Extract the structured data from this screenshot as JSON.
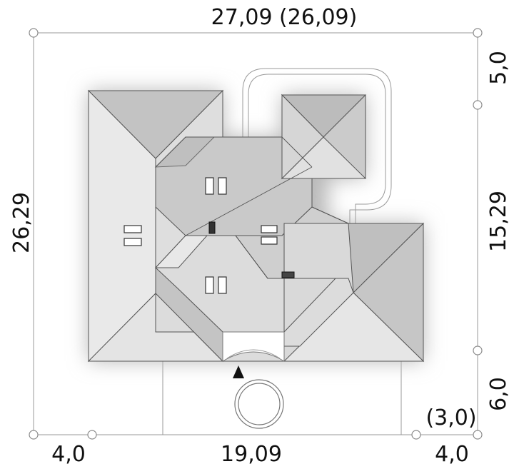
{
  "dimensions": {
    "top": "27,09 (26,09)",
    "left": "26,29",
    "right_top": "5,0",
    "right_middle": "15,29",
    "right_bottom": "6,0",
    "bottom_left": "4,0",
    "bottom_middle": "19,09",
    "bottom_right": "4,0",
    "corner_note": "(3,0)"
  },
  "colors": {
    "roof_light": "#e6e6e6",
    "roof_mid": "#cdcdcd",
    "roof_dark": "#b4b4b4",
    "outline": "#555555",
    "shadow": "#c8c8c8"
  },
  "icons": {
    "entrance": "entrance-arrow-icon"
  }
}
